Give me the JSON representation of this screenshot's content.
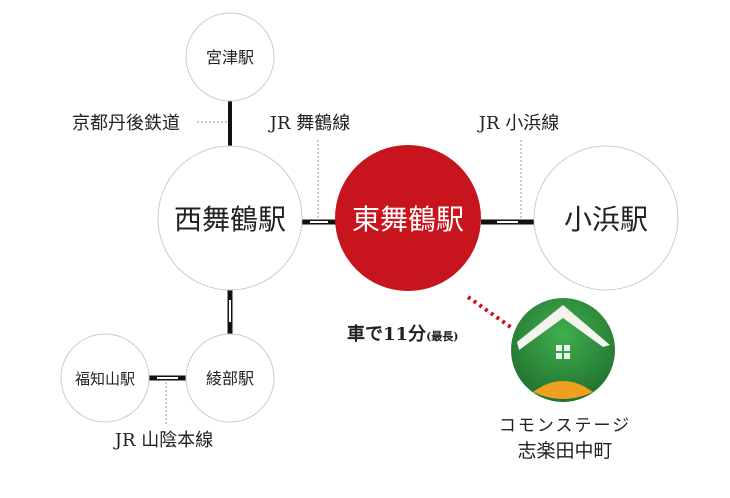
{
  "stations": {
    "miyazu": "宮津駅",
    "nishi_maizuru": "西舞鶴駅",
    "higashi_maizuru": "東舞鶴駅",
    "obama": "小浜駅",
    "ayabe": "綾部駅",
    "fukuchiyama": "福知山駅"
  },
  "lines": {
    "kyoto_tango": "京都丹後鉄道",
    "jr_maizuru": "JR 舞鶴線",
    "jr_obama": "JR 小浜線",
    "jr_sanin": "JR 山陰本線"
  },
  "access": {
    "time": "車で11分",
    "note": "(最長)"
  },
  "property": {
    "line1": "コモンステージ",
    "line2": "志楽田中町"
  },
  "colors": {
    "accent": "#c8151d",
    "logo_green": "#2e8b3e",
    "logo_orange": "#f0a020"
  }
}
